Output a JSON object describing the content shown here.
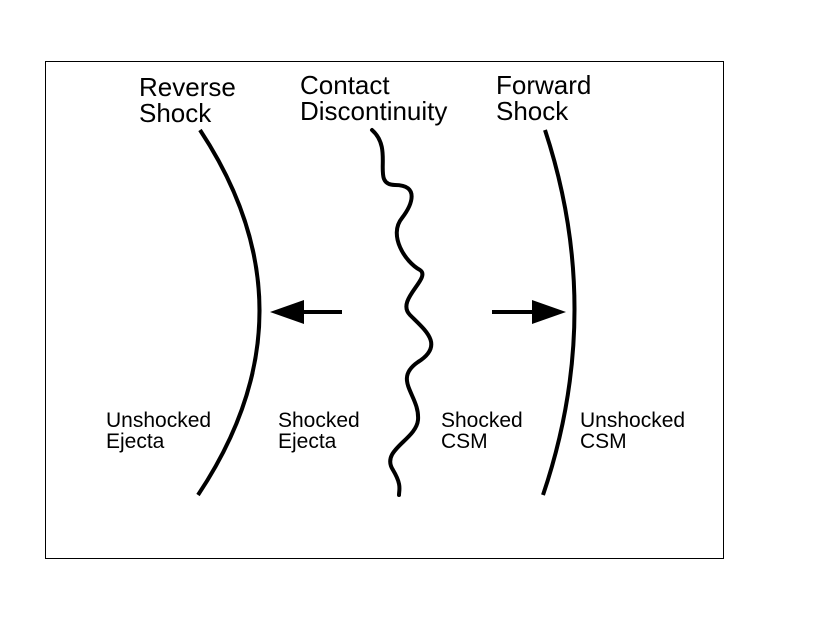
{
  "boundaries": {
    "reverse_shock": {
      "line1": "Reverse",
      "line2": "Shock"
    },
    "contact_discontinuity": {
      "line1": "Contact",
      "line2": "Discontinuity"
    },
    "forward_shock": {
      "line1": "Forward",
      "line2": "Shock"
    }
  },
  "regions": {
    "unshocked_ejecta": {
      "line1": "Unshocked",
      "line2": "Ejecta"
    },
    "shocked_ejecta": {
      "line1": "Shocked",
      "line2": "Ejecta"
    },
    "shocked_csm": {
      "line1": "Shocked",
      "line2": "CSM"
    },
    "unshocked_csm": {
      "line1": "Unshocked",
      "line2": "CSM"
    }
  },
  "arrows": {
    "reverse_shock_direction": "left",
    "forward_shock_direction": "right"
  },
  "colors": {
    "stroke": "#000000",
    "background": "#ffffff"
  }
}
